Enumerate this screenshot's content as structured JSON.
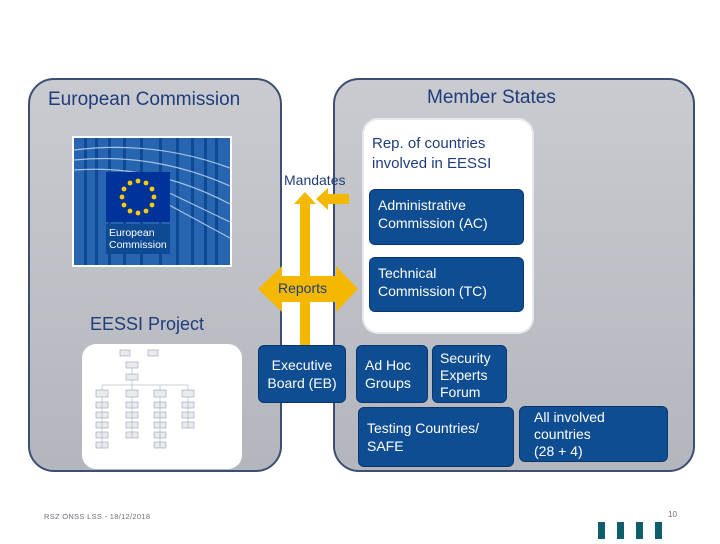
{
  "european_commission": {
    "title": "European Commission",
    "logo_text_line1": "European",
    "logo_text_line2": "Commission",
    "project_title": "EESSI Project"
  },
  "member_states": {
    "title": "Member States",
    "countries_label_line1": "Rep. of countries",
    "countries_label_line2": "involved in EESSI"
  },
  "boxes": {
    "ac_line1": "Administrative",
    "ac_line2": "Commission (AC)",
    "tc_line1": "Technical",
    "tc_line2": "Commission  (TC)",
    "eb_line1": "Executive",
    "eb_line2": "Board (EB)",
    "adhoc_line1": "Ad Hoc",
    "adhoc_line2": "Groups",
    "sef_line1": "Security",
    "sef_line2": "Experts",
    "sef_line3": "Forum",
    "testing": "Testing Countries/ SAFE",
    "all_line1": "All involved  countries",
    "all_line2": "(28 + 4)"
  },
  "arrows": {
    "mandates": "Mandates",
    "reports": "Reports"
  },
  "footer": {
    "text": "RSZ ONSS LSS - 18/12/2018",
    "page_number": "10"
  },
  "colors": {
    "box_blue": "#0f4d93",
    "arrow_yellow": "#f5b800",
    "panel_gray": "#bfc1c7",
    "title_blue": "#1f3d7a",
    "footer_teal": "#0f5e6b"
  }
}
